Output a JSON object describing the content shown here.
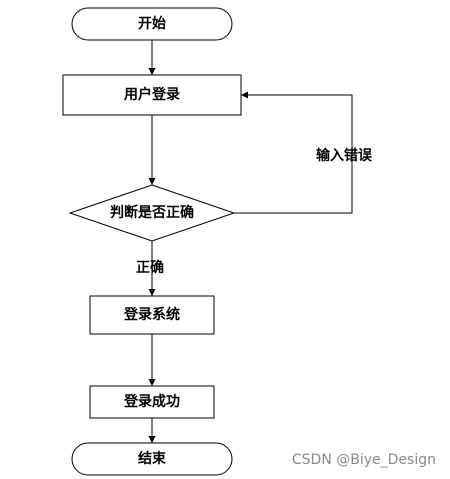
{
  "nodes": {
    "start": "开始",
    "login": "用户登录",
    "check": "判断是否正确",
    "system": "登录系统",
    "success": "登录成功",
    "end": "结束"
  },
  "edges": {
    "error_label": "输入错误",
    "correct_label": "正确"
  },
  "watermark": "CSDN @Biye_Design"
}
